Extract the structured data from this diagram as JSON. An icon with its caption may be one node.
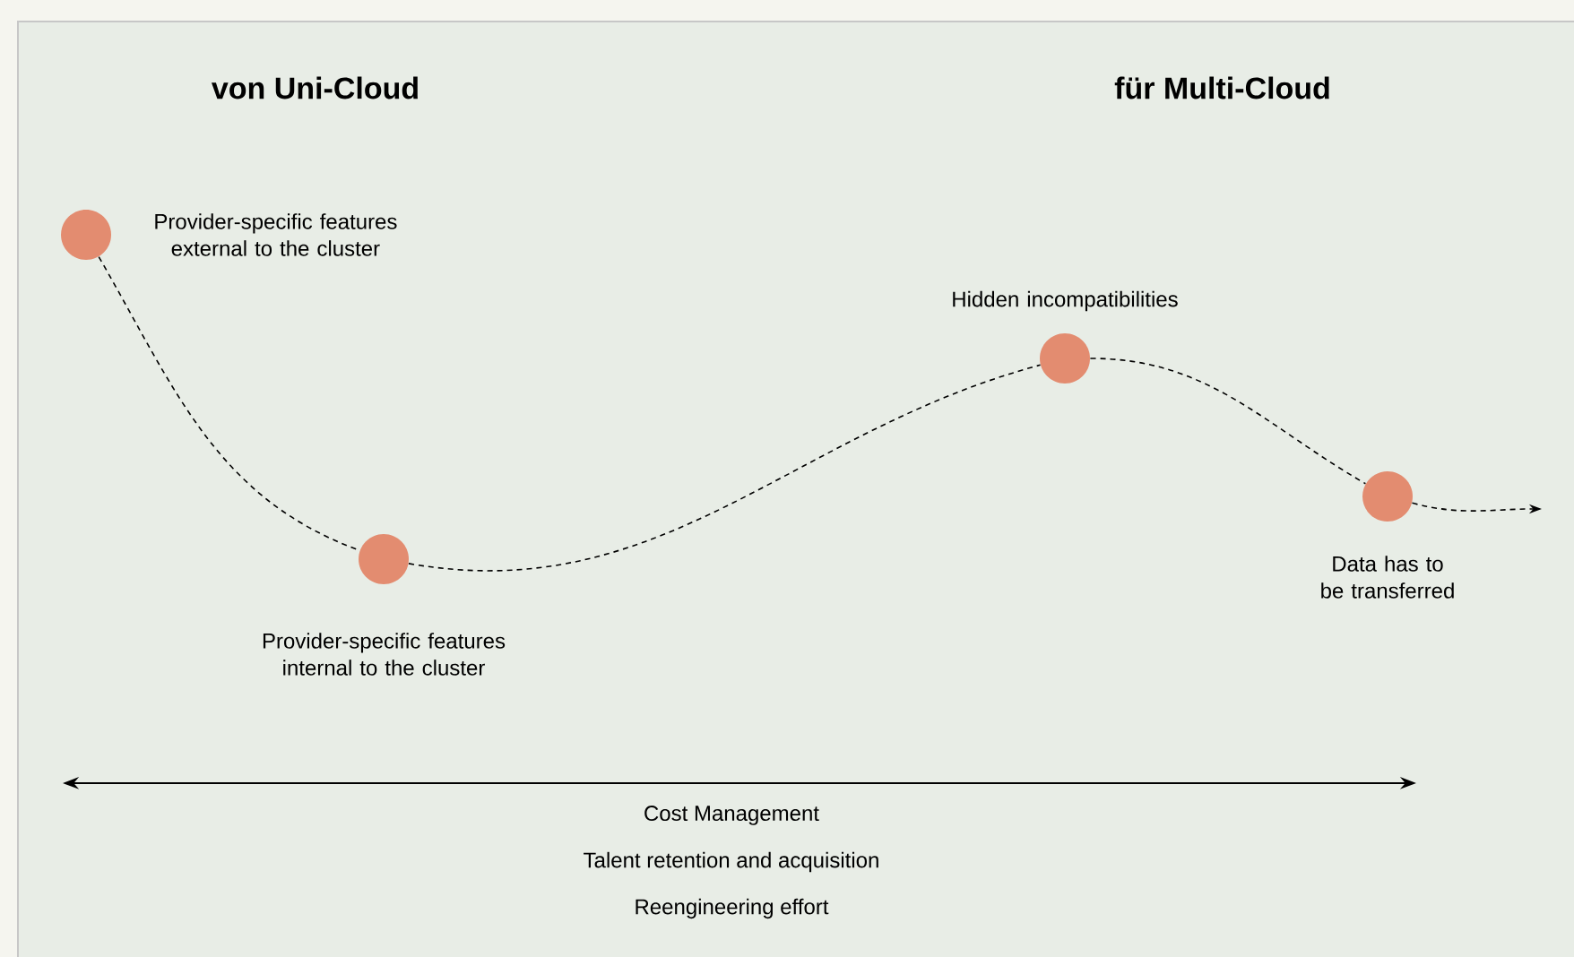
{
  "diagram": {
    "nodes": [
      {
        "text": [],
        "shape": "circle",
        "beside": [
          "Provider-specific features external to the cluster"
        ]
      },
      {
        "text": [],
        "shape": "circle",
        "beside": [
          "Provider-specific features internal to the cluster"
        ]
      },
      {
        "text": [],
        "shape": "circle",
        "beside": [
          "Hidden incompatibilities"
        ]
      },
      {
        "text": [],
        "shape": "circle",
        "beside": [
          "Data has to be transferred"
        ]
      }
    ],
    "edges": [
      {
        "from": 0,
        "to": 1,
        "arrow": "none",
        "style": "dashed"
      },
      {
        "from": 1,
        "to": 2,
        "arrow": "none",
        "style": "dashed"
      },
      {
        "from": 2,
        "to": 3,
        "arrow": "none",
        "style": "dashed"
      },
      {
        "from": 3,
        "to": null,
        "arrow": "to",
        "style": "dashed"
      }
    ],
    "labels": [
      "von Uni-Cloud",
      "für Multi-Cloud",
      "Cost Management",
      "Talent retention and acquisition",
      "Reengineering effort"
    ]
  }
}
